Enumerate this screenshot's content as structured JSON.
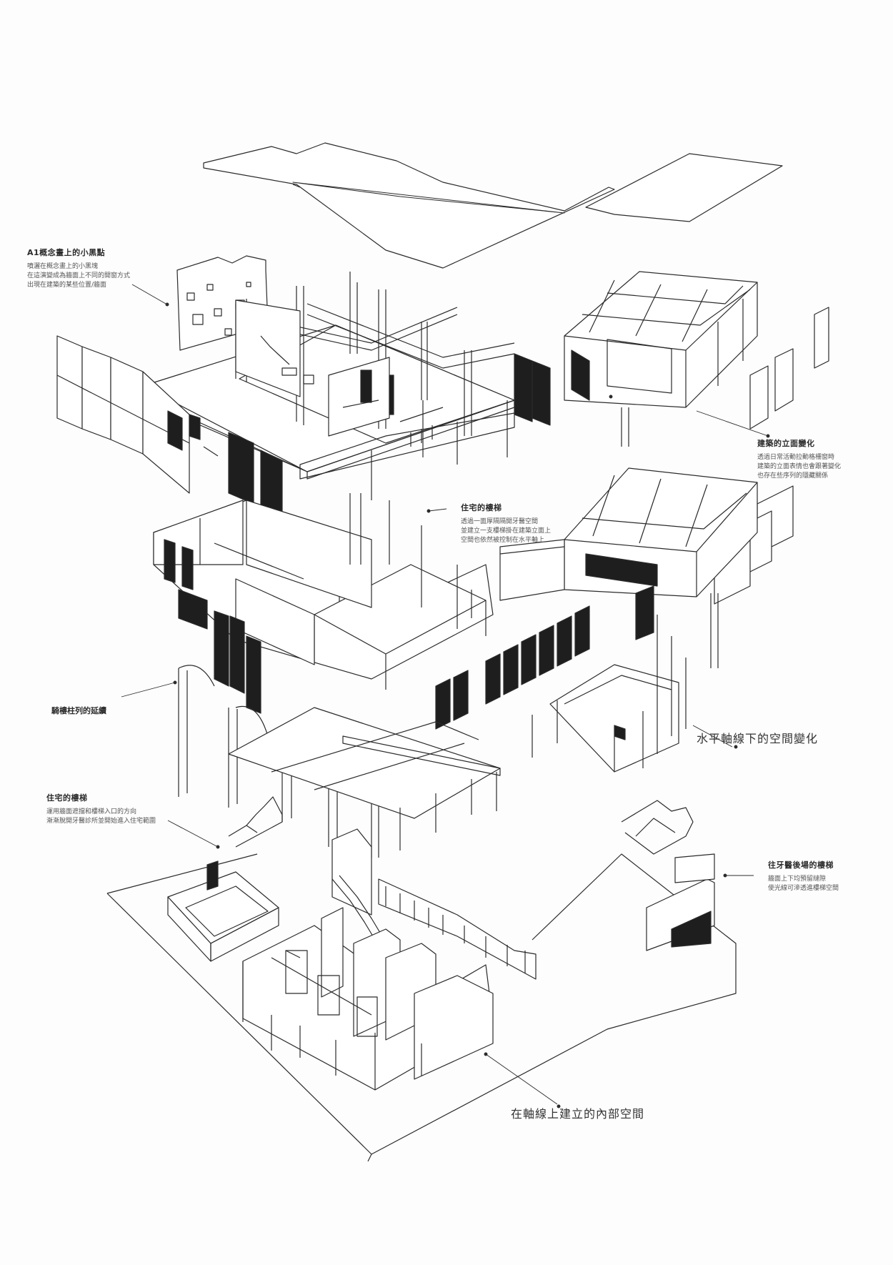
{
  "annotations": {
    "a1_black_dots": {
      "title": "A1概念畫上的小黑點",
      "lines": [
        "噴灑在概念畫上的小黑塊",
        "在這演變成為牆面上不同的開窗方式",
        "出現在建築的某些位置/牆面"
      ]
    },
    "facade_change": {
      "title": "建築的立面變化",
      "lines": [
        "透過日常活動拉動格柵窗時",
        "建築的立面表情也會跟著變化",
        "也存在些序列的隱藏關係"
      ]
    },
    "residence_stairs_upper": {
      "title": "住宅的樓梯",
      "lines": [
        "透過一面厚隔隔開牙醫空間",
        "並建立一支樓梯掛在建築立面上",
        "空間也依然被控制在水平軸上"
      ]
    },
    "arcade_extension": {
      "title": "騎樓柱列的延續"
    },
    "residence_stairs_lower": {
      "title": "住宅的樓梯",
      "lines": [
        "運用牆面遮擋和樓梯入口的方向",
        "漸漸脫開牙醫診所並開始進入住宅範圍"
      ]
    },
    "dental_rear_stairs": {
      "title": "往牙醫後場的樓梯",
      "lines": [
        "牆面上下均預留縫隙",
        "使光線可滲透進樓梯空間"
      ]
    }
  },
  "captions": {
    "horizontal_axis": "水平軸線下的空間變化",
    "interior_on_axis": "在軸線上建立的內部空間"
  },
  "colors": {
    "ink": "#2b2b2b",
    "paper": "#fdfdfd",
    "fill": "#1e1e1e"
  }
}
